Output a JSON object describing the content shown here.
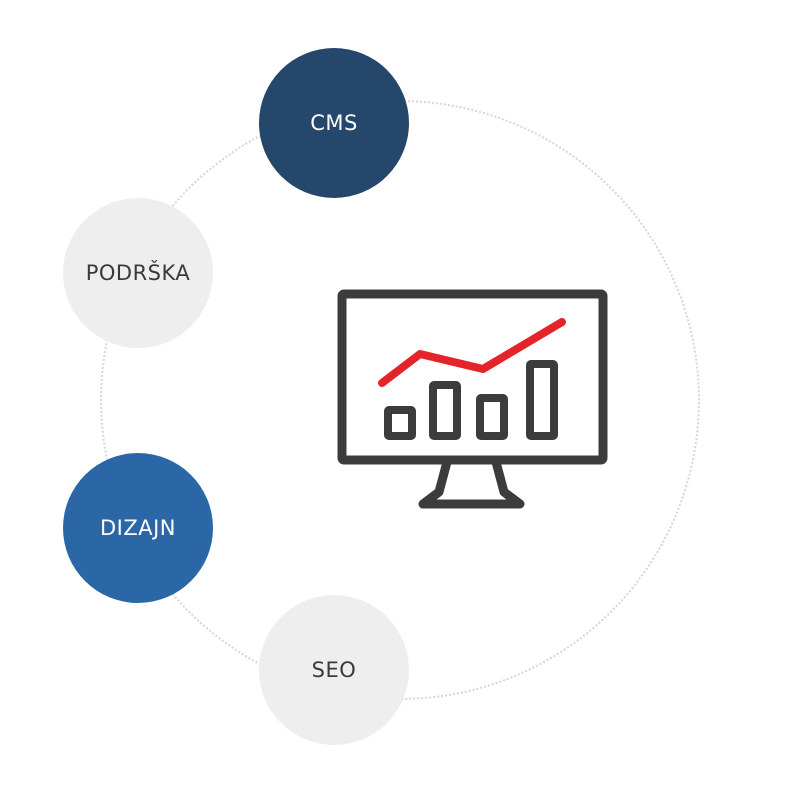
{
  "nodes": [
    {
      "id": "cms",
      "label": "CMS",
      "bg": "#25476b",
      "fg": "#ffffff"
    },
    {
      "id": "podrska",
      "label": "PODRŠKA",
      "bg": "#eeeeee",
      "fg": "#3a3a3a"
    },
    {
      "id": "dizajn",
      "label": "DIZAJN",
      "bg": "#2b67a7",
      "fg": "#ffffff"
    },
    {
      "id": "seo",
      "label": "SEO",
      "bg": "#eeeeee",
      "fg": "#3a3a3a"
    }
  ],
  "icon": {
    "name": "monitor-chart-icon",
    "stroke_color": "#3c3c3c",
    "trend_color": "#e5232b"
  }
}
